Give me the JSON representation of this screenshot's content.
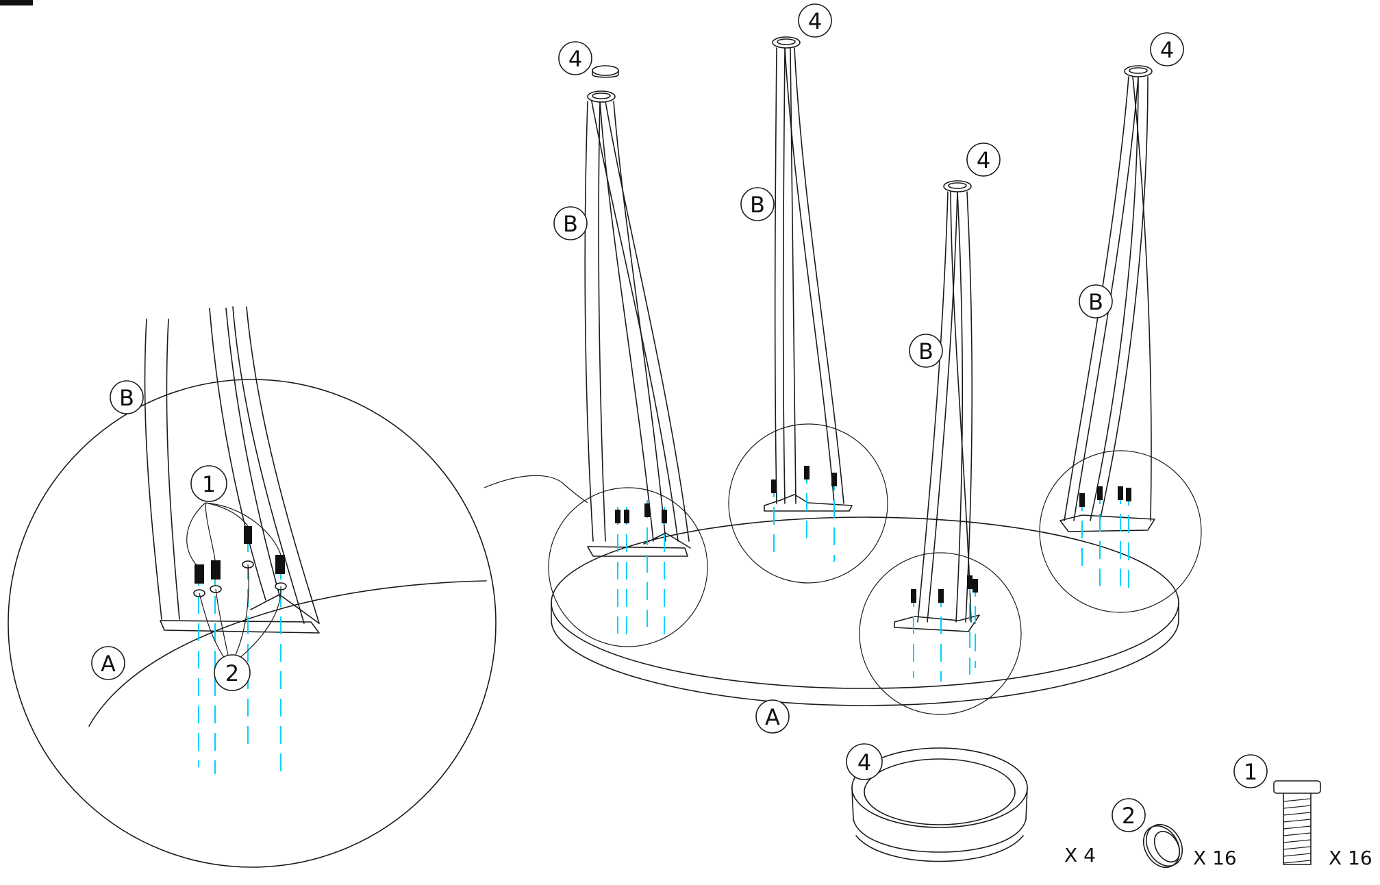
{
  "labels": {
    "part_a": "A",
    "part_b": "B",
    "screw": "1",
    "washer": "2",
    "cap": "4"
  },
  "quantities": {
    "cap": "X 4",
    "washer": "X 16",
    "screw": "X 16"
  },
  "colors": {
    "guide": "#00d0ff",
    "line": "#1a1a1a"
  }
}
